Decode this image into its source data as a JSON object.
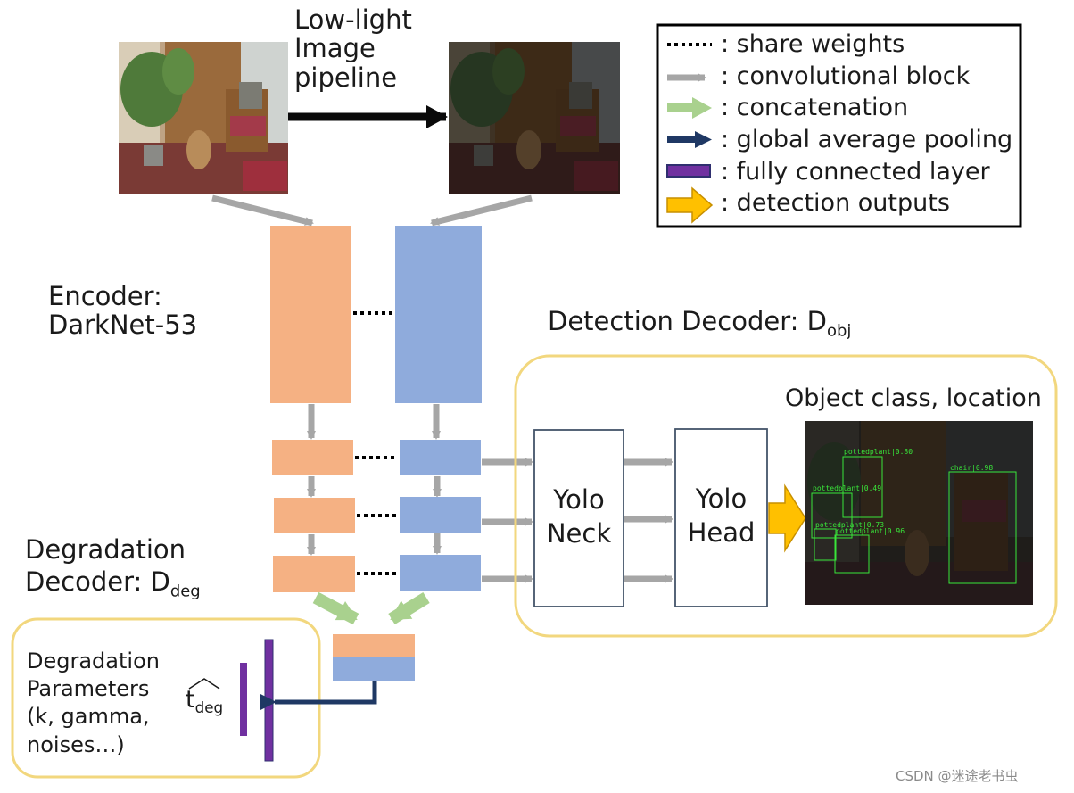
{
  "pipeline": {
    "line1": "Low-light",
    "line2": "Image",
    "line3": "pipeline"
  },
  "legend": {
    "items": [
      {
        "icon": "dotted-line",
        "label": ": share weights"
      },
      {
        "icon": "gray-arrow",
        "label": ": convolutional block"
      },
      {
        "icon": "green-arrow",
        "label": ": concatenation"
      },
      {
        "icon": "navy-arrow",
        "label": ": global average pooling"
      },
      {
        "icon": "purple-bar",
        "label": ": fully connected layer"
      },
      {
        "icon": "yellow-arrow",
        "label": ": detection outputs"
      }
    ]
  },
  "encoder": {
    "line1": "Encoder:",
    "line2": "DarkNet-53"
  },
  "detection_decoder": {
    "label": "Detection Decoder: D",
    "sub": "obj"
  },
  "object_class": "Object class, location",
  "yolo_neck": {
    "line1": "Yolo",
    "line2": "Neck"
  },
  "yolo_head": {
    "line1": "Yolo",
    "line2": "Head"
  },
  "degradation_decoder": {
    "line1": "Degradation",
    "line2": "Decoder: D",
    "sub": "deg"
  },
  "degradation_params": {
    "line1": "Degradation",
    "line2": "Parameters",
    "line3": "(k, gamma,",
    "line4": "noises…)"
  },
  "t_deg": {
    "t": "t",
    "sub": "deg"
  },
  "detections": [
    {
      "label": "pottedplant|0.80"
    },
    {
      "label": "chair|0.98"
    },
    {
      "label": "pottedplant|0.49"
    },
    {
      "label": "pottedplant|0.73"
    },
    {
      "label": "pottedplant|0.96"
    }
  ],
  "watermark": "CSDN @迷途老书虫",
  "colors": {
    "encoder_orange": "#f5b183",
    "encoder_blue": "#8fabdc",
    "conv_gray": "#a6a6a6",
    "concat_green": "#a9d18e",
    "gap_navy": "#1f3864",
    "fc_purple": "#7030a0",
    "detect_yellow": "#ffc000",
    "panel_border": "#f2d77e"
  }
}
